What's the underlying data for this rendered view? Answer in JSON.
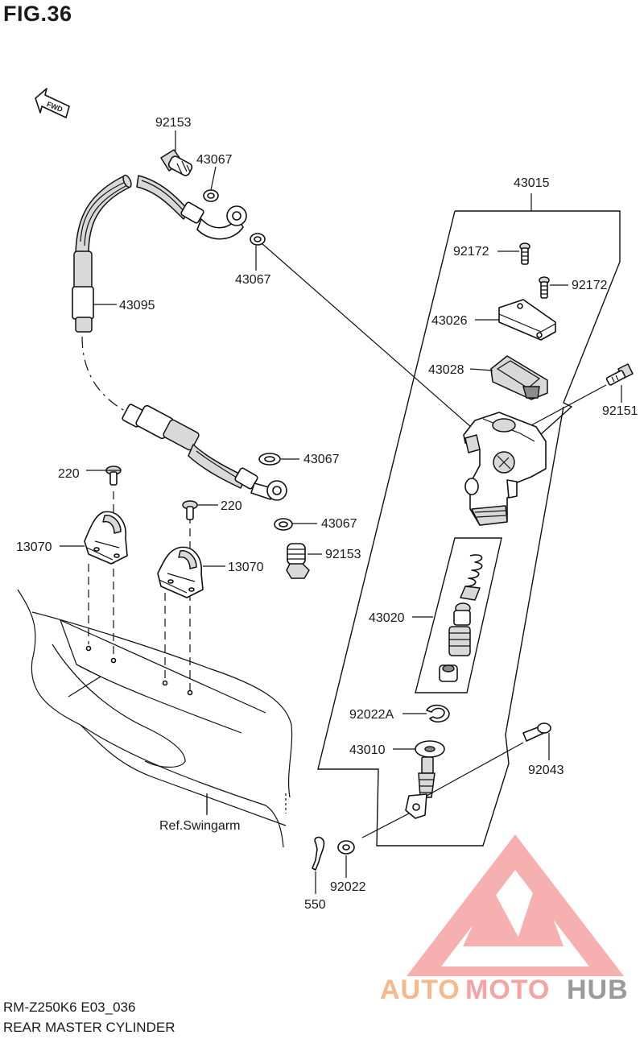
{
  "figure": {
    "title": "FIG.36",
    "model_code": "RM-Z250K6 E03_036",
    "name": "REAR MASTER CYLINDER",
    "fwd_label": "FWD"
  },
  "callouts": {
    "c43015": "43015",
    "c92172a": "92172",
    "c92172b": "92172",
    "c43026": "43026",
    "c43028": "43028",
    "c92151": "92151",
    "c43020": "43020",
    "c92022A": "92022A",
    "c43010": "43010",
    "c92043": "92043",
    "c92022": "92022",
    "c550": "550",
    "c92153a": "92153",
    "c43067a": "43067",
    "c43067b": "43067",
    "c43095": "43095",
    "c43067c": "43067",
    "c43067d": "43067",
    "c92153b": "92153",
    "c220a": "220",
    "c220b": "220",
    "c13070a": "13070",
    "c13070b": "13070",
    "ref_swingarm": "Ref.Swingarm"
  },
  "watermark": {
    "part1": "AUTO",
    "part2": "MOTO",
    "part3": "HUB",
    "color_primary": "#f7b98a",
    "color_accent": "#f08080",
    "color_dark": "#9a9a9a"
  }
}
